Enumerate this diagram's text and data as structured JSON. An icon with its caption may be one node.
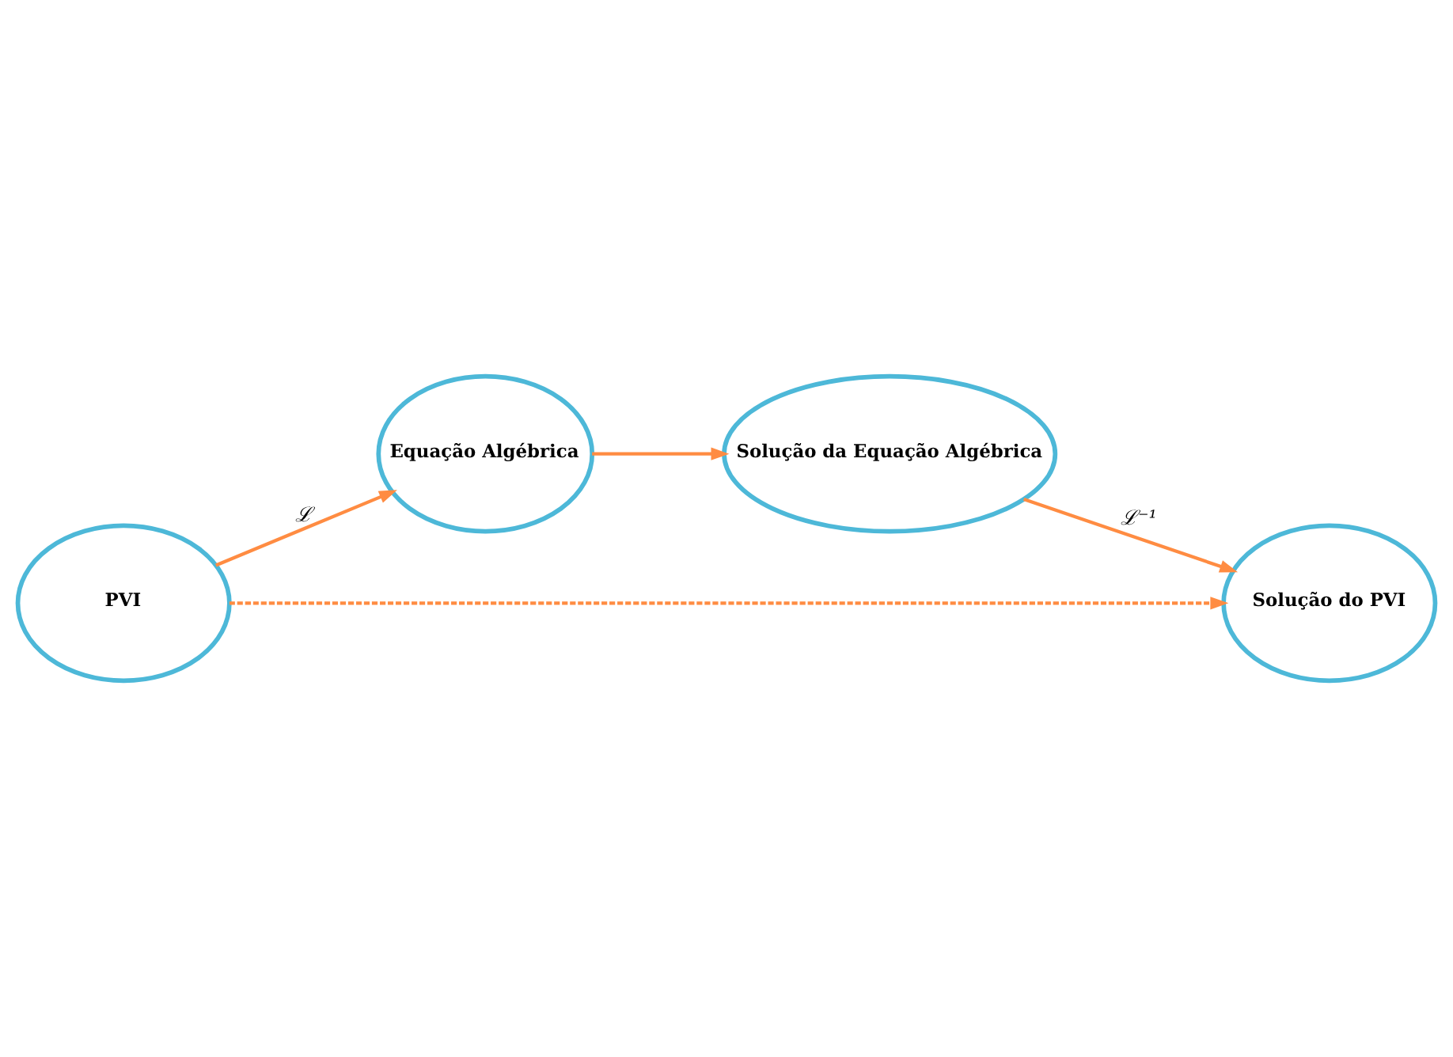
{
  "diagram": {
    "nodes": [
      {
        "text": [
          "PVI"
        ]
      },
      {
        "text": [
          "Equação Algébrica"
        ]
      },
      {
        "text": [
          "Solução do PVI"
        ]
      },
      {
        "text": [
          "Solução da Equação Algébrica"
        ]
      }
    ],
    "edges": [
      {
        "from": 0,
        "to": 1,
        "arrow": "to",
        "label": "ℒ"
      },
      {
        "from": 1,
        "to": 3,
        "arrow": "to"
      },
      {
        "from": 3,
        "to": 2,
        "arrow": "to",
        "label": "ℒ⁻¹"
      },
      {
        "from": 0,
        "to": 2,
        "arrow": "to",
        "style": "dashed"
      }
    ]
  }
}
